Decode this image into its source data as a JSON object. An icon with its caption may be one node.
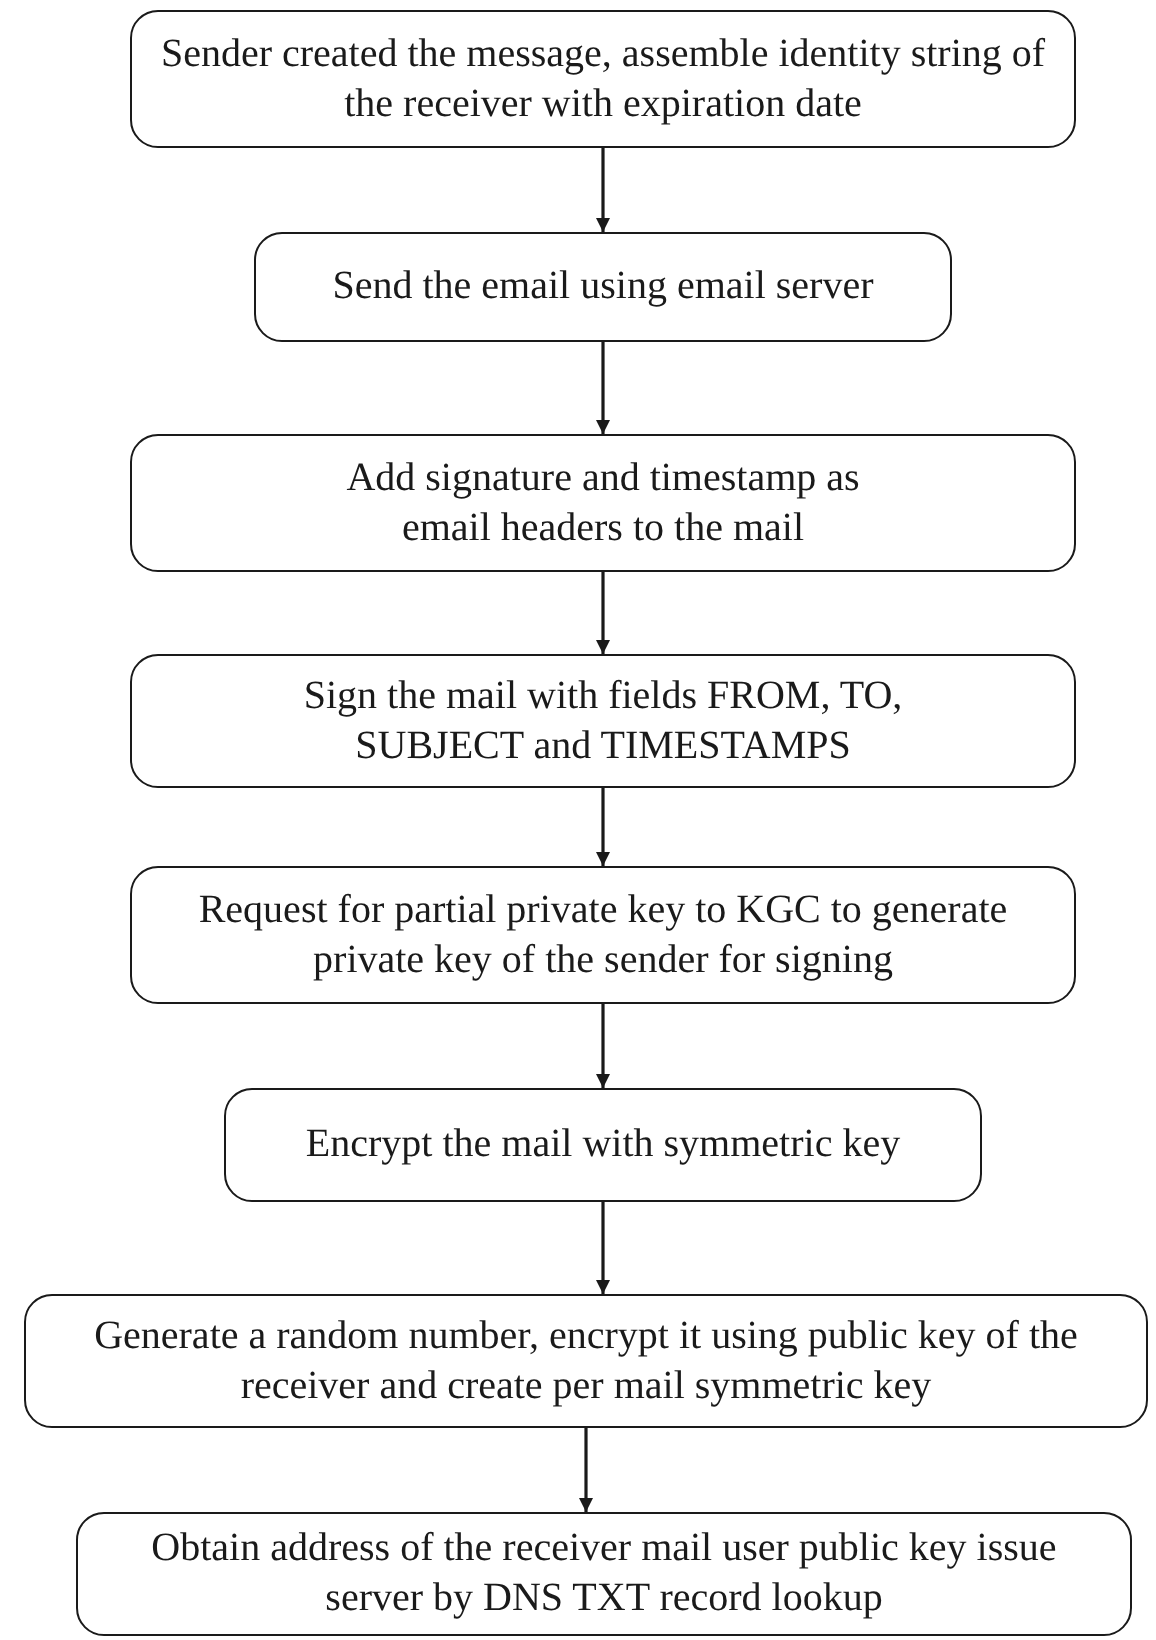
{
  "diagram": {
    "nodes": [
      {
        "text": [
          "Sender created the message, assemble identity string of the receiver with expiration date"
        ]
      },
      {
        "text": [
          "Send the email using email server"
        ]
      },
      {
        "text": [
          "Add signature and timestamp as email headers to the mail"
        ]
      },
      {
        "text": [
          "Sign the mail with fields FROM, TO, SUBJECT and TIMESTAMPS"
        ]
      },
      {
        "text": [
          "Request for partial private key to KGC to generate private key of the sender for signing"
        ]
      },
      {
        "text": [
          "Encrypt the mail with symmetric key"
        ]
      },
      {
        "text": [
          "Generate a random number, encrypt it using public key of the receiver and create per mail symmetric key"
        ]
      },
      {
        "text": [
          "Obtain address of the receiver mail user public key issue server by DNS TXT record lookup"
        ]
      }
    ],
    "edges": [
      {
        "from": 0,
        "to": 1,
        "arrow": "to"
      },
      {
        "from": 1,
        "to": 2,
        "arrow": "to"
      },
      {
        "from": 2,
        "to": 3,
        "arrow": "to"
      },
      {
        "from": 3,
        "to": 4,
        "arrow": "to"
      },
      {
        "from": 4,
        "to": 5,
        "arrow": "to"
      },
      {
        "from": 5,
        "to": 6,
        "arrow": "to"
      },
      {
        "from": 6,
        "to": 7,
        "arrow": "to"
      }
    ]
  }
}
